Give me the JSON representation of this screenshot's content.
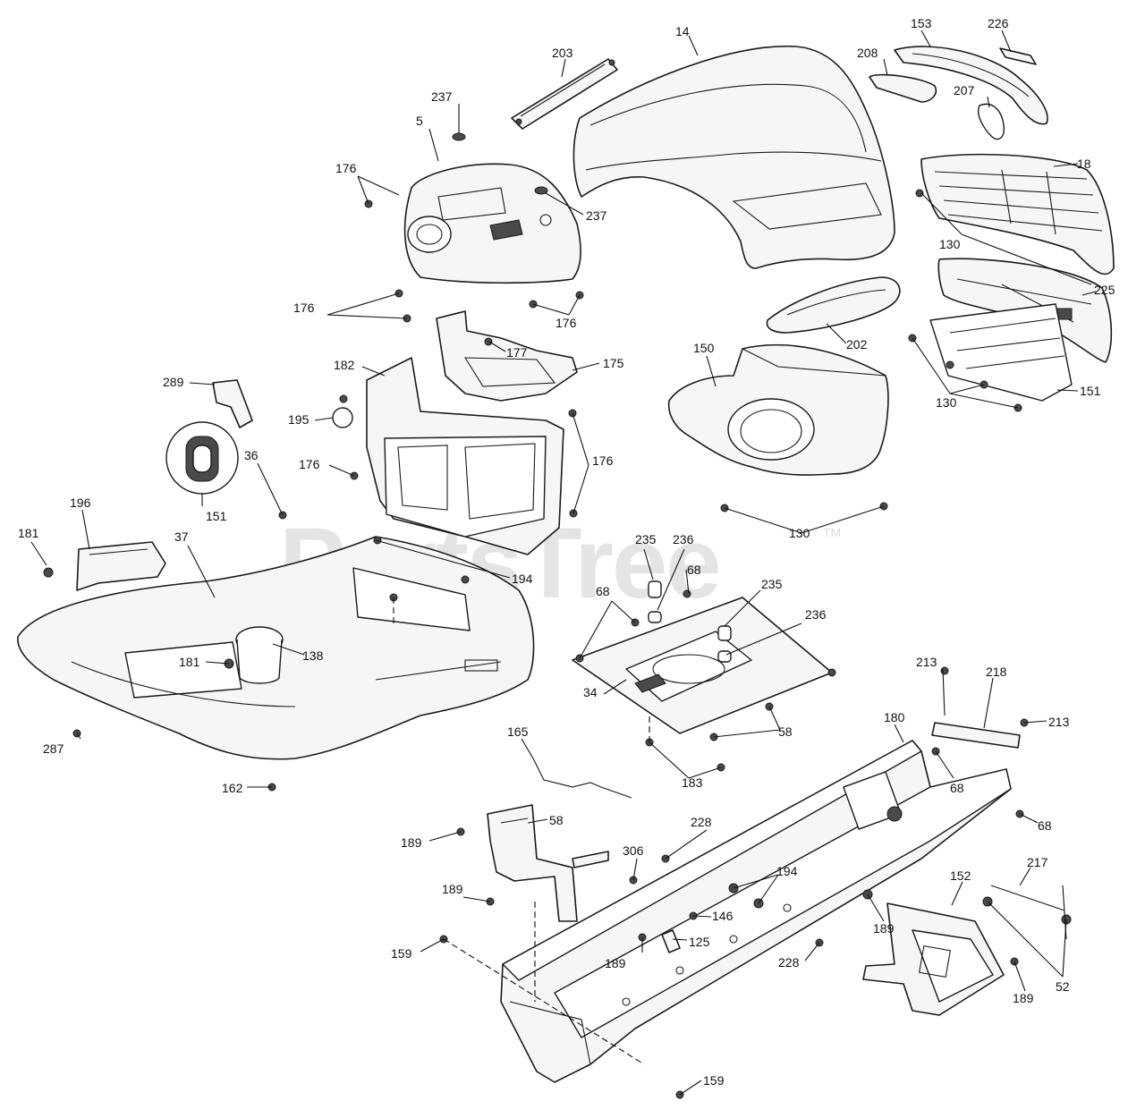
{
  "watermark": {
    "brand": "PartsTree",
    "trademark": "TM"
  },
  "callouts": [
    {
      "id": "c-14",
      "label": "14"
    },
    {
      "id": "c-153",
      "label": "153"
    },
    {
      "id": "c-226",
      "label": "226"
    },
    {
      "id": "c-203",
      "label": "203"
    },
    {
      "id": "c-208",
      "label": "208"
    },
    {
      "id": "c-207",
      "label": "207"
    },
    {
      "id": "c-237a",
      "label": "237"
    },
    {
      "id": "c-5",
      "label": "5"
    },
    {
      "id": "c-176a",
      "label": "176"
    },
    {
      "id": "c-237b",
      "label": "237"
    },
    {
      "id": "c-18",
      "label": "18"
    },
    {
      "id": "c-130a",
      "label": "130"
    },
    {
      "id": "c-225",
      "label": "225"
    },
    {
      "id": "c-176b",
      "label": "176"
    },
    {
      "id": "c-176c",
      "label": "176"
    },
    {
      "id": "c-177",
      "label": "177"
    },
    {
      "id": "c-175",
      "label": "175"
    },
    {
      "id": "c-202",
      "label": "202"
    },
    {
      "id": "c-182",
      "label": "182"
    },
    {
      "id": "c-150",
      "label": "150"
    },
    {
      "id": "c-289",
      "label": "289"
    },
    {
      "id": "c-130b",
      "label": "130"
    },
    {
      "id": "c-151a",
      "label": "151"
    },
    {
      "id": "c-195",
      "label": "195"
    },
    {
      "id": "c-176d",
      "label": "176"
    },
    {
      "id": "c-176e",
      "label": "176"
    },
    {
      "id": "c-36",
      "label": "36"
    },
    {
      "id": "c-196",
      "label": "196"
    },
    {
      "id": "c-151b",
      "label": "151"
    },
    {
      "id": "c-181a",
      "label": "181"
    },
    {
      "id": "c-37",
      "label": "37"
    },
    {
      "id": "c-130c",
      "label": "130"
    },
    {
      "id": "c-194a",
      "label": "194"
    },
    {
      "id": "c-235a",
      "label": "235"
    },
    {
      "id": "c-236a",
      "label": "236"
    },
    {
      "id": "c-68a",
      "label": "68"
    },
    {
      "id": "c-68b",
      "label": "68"
    },
    {
      "id": "c-235b",
      "label": "235"
    },
    {
      "id": "c-236b",
      "label": "236"
    },
    {
      "id": "c-181b",
      "label": "181"
    },
    {
      "id": "c-138",
      "label": "138"
    },
    {
      "id": "c-213a",
      "label": "213"
    },
    {
      "id": "c-218",
      "label": "218"
    },
    {
      "id": "c-34",
      "label": "34"
    },
    {
      "id": "c-58a",
      "label": "58"
    },
    {
      "id": "c-213b",
      "label": "213"
    },
    {
      "id": "c-287",
      "label": "287"
    },
    {
      "id": "c-180",
      "label": "180"
    },
    {
      "id": "c-165",
      "label": "165"
    },
    {
      "id": "c-68c",
      "label": "68"
    },
    {
      "id": "c-183",
      "label": "183"
    },
    {
      "id": "c-162",
      "label": "162"
    },
    {
      "id": "c-68d",
      "label": "68"
    },
    {
      "id": "c-58b",
      "label": "58"
    },
    {
      "id": "c-228a",
      "label": "228"
    },
    {
      "id": "c-189a",
      "label": "189"
    },
    {
      "id": "c-306",
      "label": "306"
    },
    {
      "id": "c-194b",
      "label": "194"
    },
    {
      "id": "c-217",
      "label": "217"
    },
    {
      "id": "c-152",
      "label": "152"
    },
    {
      "id": "c-189b",
      "label": "189"
    },
    {
      "id": "c-146",
      "label": "146"
    },
    {
      "id": "c-189c",
      "label": "189"
    },
    {
      "id": "c-125",
      "label": "125"
    },
    {
      "id": "c-159a",
      "label": "159"
    },
    {
      "id": "c-189d",
      "label": "189"
    },
    {
      "id": "c-228b",
      "label": "228"
    },
    {
      "id": "c-52",
      "label": "52"
    },
    {
      "id": "c-189e",
      "label": "189"
    },
    {
      "id": "c-159b",
      "label": "159"
    }
  ]
}
